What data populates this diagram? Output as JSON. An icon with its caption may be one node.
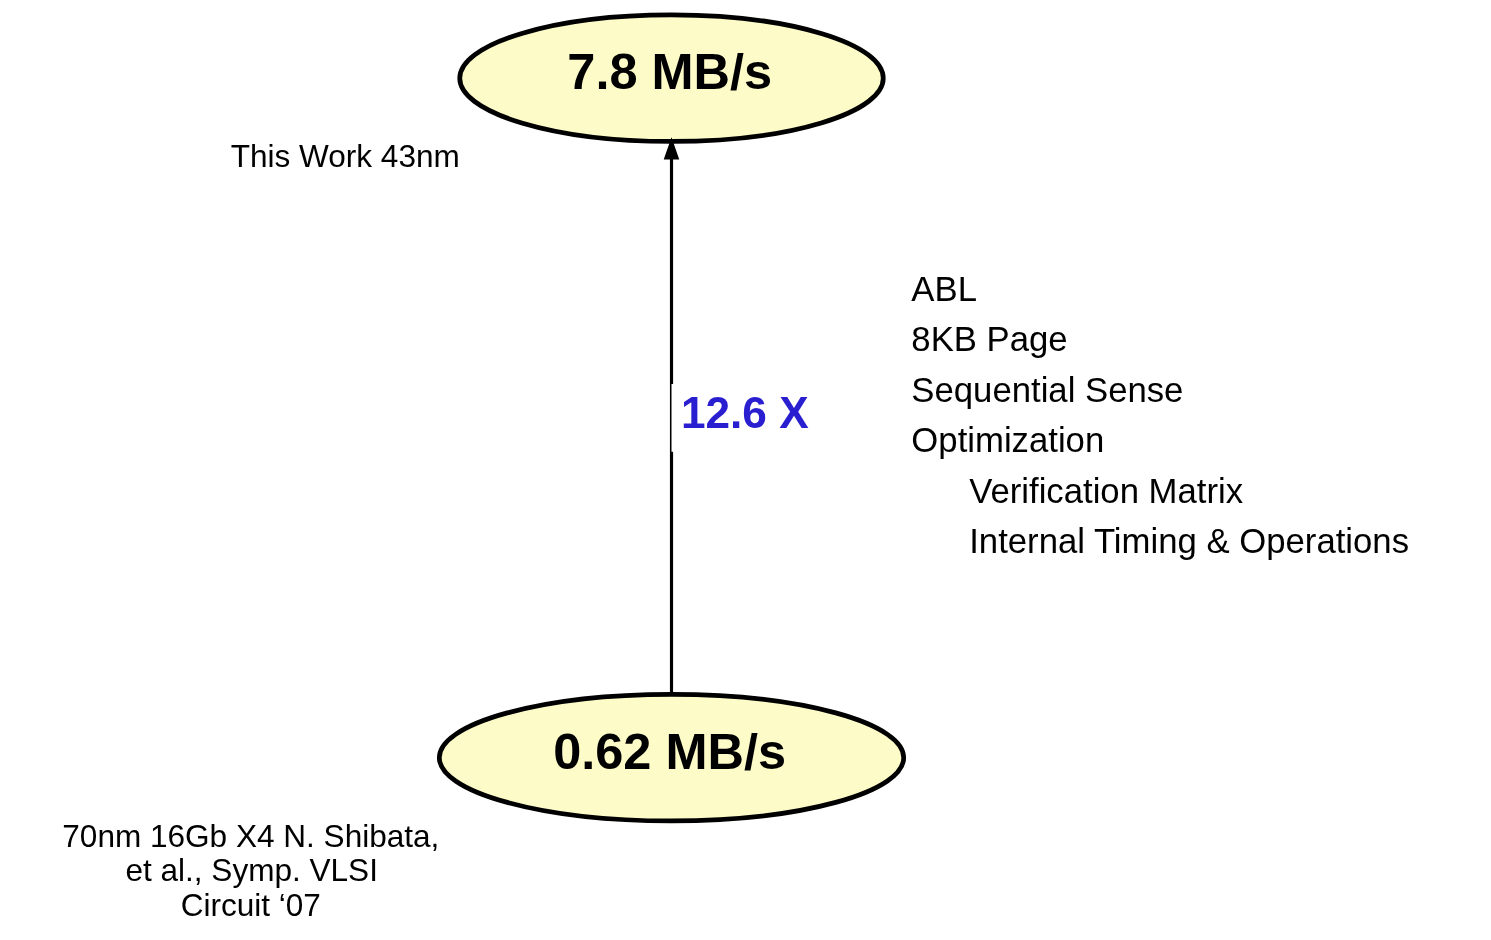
{
  "diagram": {
    "nodes": [
      {
        "text": [
          "7.8 MB/s"
        ],
        "beside": [
          "This Work 43nm"
        ]
      },
      {
        "text": [
          "0.62 MB/s"
        ],
        "beside": [
          "70nm 16Gb X4 N. Shibata, et al., Symp. VLSI Circuit ‘07"
        ]
      }
    ],
    "edges": [
      {
        "from": 1,
        "to": 0,
        "arrow": "to",
        "label": "12.6 X"
      }
    ],
    "labels": [
      "ABL",
      "8KB Page",
      "Sequential Sense",
      "Optimization",
      "Verification Matrix",
      "Internal Timing & Operations"
    ]
  }
}
